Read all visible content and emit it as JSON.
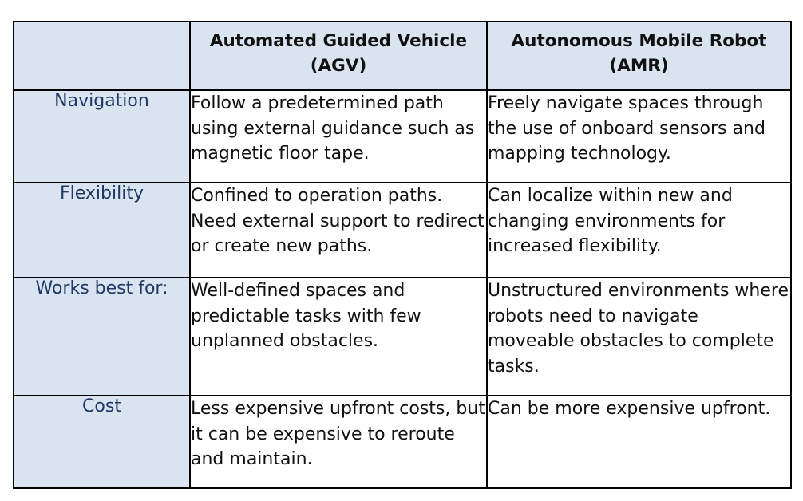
{
  "table": {
    "headers": {
      "corner": "",
      "agv": {
        "line1": "Automated Guided Vehicle",
        "line2": "(AGV)"
      },
      "amr": {
        "line1": "Autonomous Mobile Robot",
        "line2": "(AMR)"
      }
    },
    "rows": [
      {
        "label": "Navigation",
        "agv": "Follow a predetermined path using external guidance such as magnetic floor tape.",
        "amr": "Freely navigate spaces through the use of onboard sensors and mapping technology."
      },
      {
        "label": "Flexibility",
        "agv": "Confined to operation paths. Need external support to redirect or create new paths.",
        "amr": "Can localize within new and changing environments for increased flexibility."
      },
      {
        "label": "Works best for:",
        "agv": "Well-defined spaces and predictable tasks with few unplanned obstacles.",
        "amr": "Unstructured environments where robots need to navigate moveable obstacles to complete tasks."
      },
      {
        "label": "Cost",
        "agv": "Less expensive upfront costs, but it can be expensive to reroute and maintain.",
        "amr": "Can be more expensive upfront."
      }
    ]
  },
  "colors": {
    "header_fill": "#dae3f0",
    "label_text": "#1f3864",
    "border": "#000000",
    "body_text": "#111111"
  }
}
